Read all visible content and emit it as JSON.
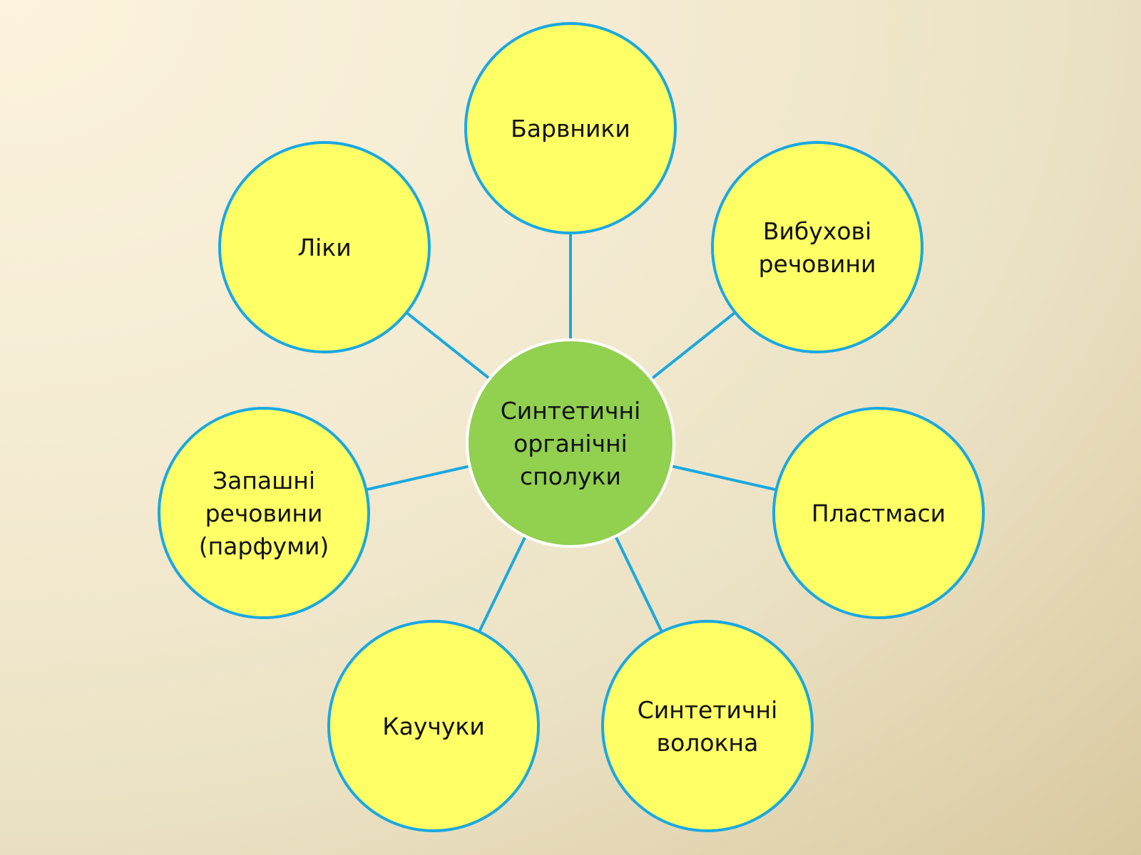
{
  "diagram": {
    "center": {
      "lines": [
        "Синтетичні",
        "органічні",
        "сполуки"
      ]
    },
    "nodes": [
      {
        "id": "barvnyky",
        "lines": [
          "Барвники"
        ]
      },
      {
        "id": "vybukhovi",
        "lines": [
          "Вибухові",
          "речовини"
        ]
      },
      {
        "id": "plastmasy",
        "lines": [
          "Пластмаси"
        ]
      },
      {
        "id": "volokna",
        "lines": [
          "Синтетичні",
          "волокна"
        ]
      },
      {
        "id": "kauchuky",
        "lines": [
          "Каучуки"
        ]
      },
      {
        "id": "parfumy",
        "lines": [
          "Запашні",
          "речовини",
          "(парфуми)"
        ]
      },
      {
        "id": "liky",
        "lines": [
          "Ліки"
        ]
      }
    ]
  },
  "colors": {
    "center_fill": "#92d050",
    "center_stroke": "#ffffff",
    "node_fill": "#ffff66",
    "node_stroke": "#1aa8e0",
    "connector": "#1aa8e0"
  }
}
